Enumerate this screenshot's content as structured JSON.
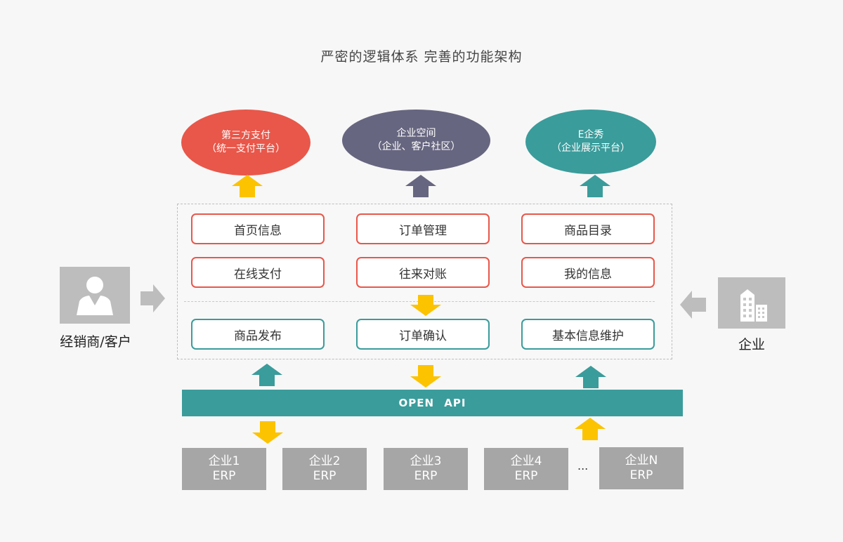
{
  "title": "严密的逻辑体系 完善的功能架构",
  "platforms": [
    {
      "name": "第三方支付",
      "sub": "（统一支付平台）",
      "color": "#e8574a"
    },
    {
      "name": "企业空间",
      "sub": "（企业、客户社区）",
      "color": "#676680"
    },
    {
      "name": "E企秀",
      "sub": "（企业展示平台）",
      "color": "#3a9c9b"
    }
  ],
  "modules": {
    "customer_side": [
      "首页信息",
      "订单管理",
      "商品目录",
      "在线支付",
      "往来对账",
      "我的信息"
    ],
    "enterprise_side": [
      "商品发布",
      "订单确认",
      "基本信息维护"
    ]
  },
  "actors": {
    "left": {
      "label": "经销商/客户",
      "icon": "user-icon"
    },
    "right": {
      "label": "企业",
      "icon": "building-icon"
    }
  },
  "api_bar": {
    "label": "OPEN  API"
  },
  "erps": [
    {
      "name": "企业1",
      "type": "ERP"
    },
    {
      "name": "企业2",
      "type": "ERP"
    },
    {
      "name": "企业3",
      "type": "ERP"
    },
    {
      "name": "企业4",
      "type": "ERP"
    },
    {
      "name": "企业N",
      "type": "ERP"
    }
  ],
  "ellipsis": "...",
  "colors": {
    "red": "#e8574a",
    "purple": "#676680",
    "teal": "#3a9c9b",
    "yellow": "#fcc300",
    "gray": "#a6a6a6"
  }
}
